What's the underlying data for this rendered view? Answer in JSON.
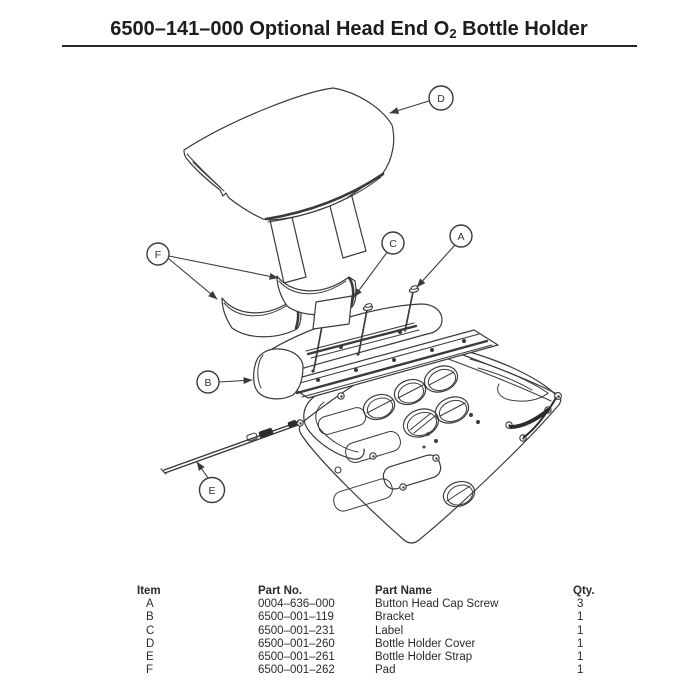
{
  "page": {
    "title": {
      "prefix": "6500–141–000 Optional Head End O",
      "subscript": "2",
      "suffix": " Bottle Holder"
    }
  },
  "diagram": {
    "callouts": [
      {
        "label": "A",
        "target": "Button Head Cap Screw"
      },
      {
        "label": "B",
        "target": "Bracket"
      },
      {
        "label": "C",
        "target": "Label"
      },
      {
        "label": "D",
        "target": "Bottle Holder Cover"
      },
      {
        "label": "E",
        "target": "Bottle Holder Strap"
      },
      {
        "label": "F",
        "target": "Pad"
      }
    ]
  },
  "parts_table": {
    "headers": {
      "item": "Item",
      "part_no": "Part No.",
      "part_name": "Part Name",
      "qty": "Qty."
    },
    "rows": [
      {
        "item": "A",
        "part_no": "0004–636–000",
        "part_name": "Button Head Cap Screw",
        "qty": "3"
      },
      {
        "item": "B",
        "part_no": "6500–001–119",
        "part_name": "Bracket",
        "qty": "1"
      },
      {
        "item": "C",
        "part_no": "6500–001–231",
        "part_name": "Label",
        "qty": "1"
      },
      {
        "item": "D",
        "part_no": "6500–001–260",
        "part_name": "Bottle Holder Cover",
        "qty": "1"
      },
      {
        "item": "E",
        "part_no": "6500–001–261",
        "part_name": "Bottle Holder Strap",
        "qty": "1"
      },
      {
        "item": "F",
        "part_no": "6500–001–262",
        "part_name": "Pad",
        "qty": "1"
      }
    ]
  },
  "colors": {
    "ink": "#1d1d1d",
    "line": "#3a3a3a",
    "background": "#ffffff"
  }
}
